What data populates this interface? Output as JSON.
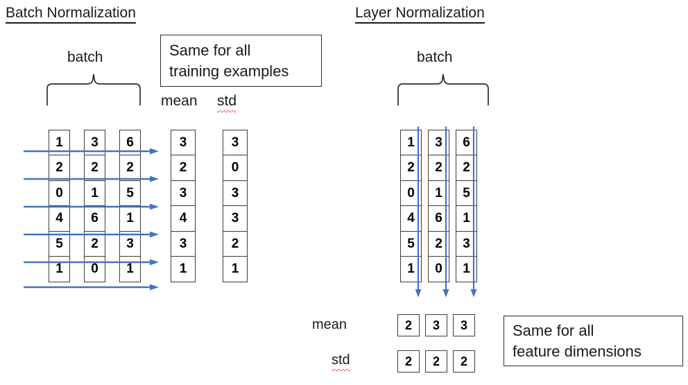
{
  "panels": {
    "left": {
      "title": "Batch Normalization",
      "batch_label": "batch",
      "callout": {
        "line1": "Same for all",
        "line2": "training examples"
      },
      "mean_label": "mean",
      "std_label": "std",
      "matrix": {
        "columns": [
          [
            1,
            2,
            0,
            4,
            5,
            1
          ],
          [
            3,
            2,
            1,
            6,
            2,
            0
          ],
          [
            6,
            2,
            5,
            1,
            3,
            1
          ]
        ]
      },
      "mean_values": [
        3,
        2,
        3,
        4,
        3,
        1
      ],
      "std_values": [
        3,
        0,
        3,
        3,
        2,
        1
      ],
      "arrow_direction": "horizontal-right",
      "arrow_count": 6
    },
    "right": {
      "title": "Layer Normalization",
      "batch_label": "batch",
      "callout": {
        "line1": "Same for all",
        "line2": "feature dimensions"
      },
      "mean_label": "mean",
      "std_label": "std",
      "matrix": {
        "columns": [
          [
            1,
            2,
            0,
            4,
            5,
            1
          ],
          [
            3,
            2,
            1,
            6,
            2,
            0
          ],
          [
            6,
            2,
            5,
            1,
            3,
            1
          ]
        ]
      },
      "mean_values": [
        2,
        3,
        3
      ],
      "std_values": [
        2,
        2,
        2
      ],
      "arrow_direction": "vertical-down",
      "arrow_count": 3
    }
  },
  "colors": {
    "arrow_blue": "#4472C4",
    "ink": "#1a1a1a",
    "box_border": "#3a3a3a",
    "spellcheck_red": "#e8333a",
    "background": "#ffffff"
  }
}
